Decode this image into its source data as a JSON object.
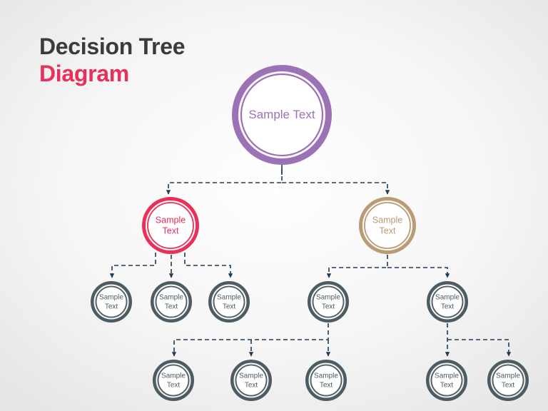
{
  "title": {
    "line1": "Decision Tree",
    "line2": "Diagram"
  },
  "colors": {
    "title_dark": "#3b3b3b",
    "title_accent": "#e8305a",
    "root": "#9b72b6",
    "left_branch": "#e8305a",
    "right_branch": "#b99b74",
    "leaf": "#4d5b62",
    "connector": "#1f3b57"
  },
  "nodes": {
    "root": {
      "lines": [
        "Sample Text"
      ]
    },
    "left": {
      "lines": [
        "Sample",
        "Text"
      ]
    },
    "right": {
      "lines": [
        "Sample",
        "Text"
      ]
    },
    "l1": {
      "lines": [
        "Sample",
        "Text"
      ]
    },
    "l2": {
      "lines": [
        "Sample",
        "Text"
      ]
    },
    "l3": {
      "lines": [
        "Sample",
        "Text"
      ]
    },
    "r1": {
      "lines": [
        "Sample",
        "Text"
      ]
    },
    "r2": {
      "lines": [
        "Sample",
        "Text"
      ]
    },
    "r1a": {
      "lines": [
        "Sample",
        "Text"
      ]
    },
    "r1b": {
      "lines": [
        "Sample",
        "Text"
      ]
    },
    "r1c": {
      "lines": [
        "Sample",
        "Text"
      ]
    },
    "r2a": {
      "lines": [
        "Sample",
        "Text"
      ]
    },
    "r2b": {
      "lines": [
        "Sample",
        "Text"
      ]
    }
  }
}
